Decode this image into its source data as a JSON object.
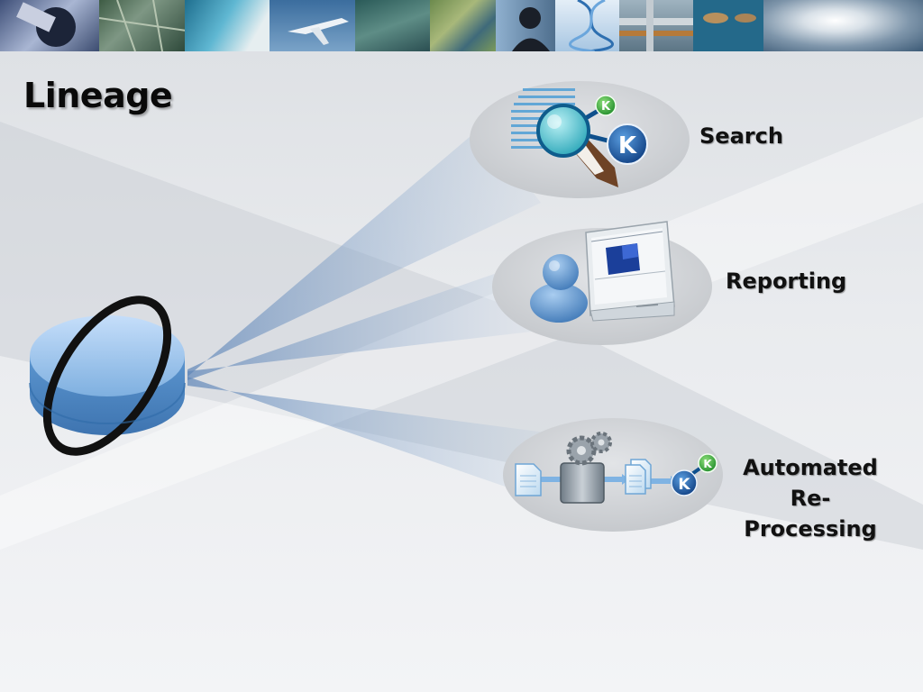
{
  "slide": {
    "title": "Lineage"
  },
  "banner": {
    "tiles": [
      {
        "icon": "satellite-image",
        "color": "#6b7fa8"
      },
      {
        "icon": "city-aerial-image",
        "color": "#4e6a55"
      },
      {
        "icon": "coastline-image",
        "color": "#2f8fb0"
      },
      {
        "icon": "jet-aircraft-image",
        "color": "#4c79a6"
      },
      {
        "icon": "credit-card-image",
        "color": "#3f6b6a"
      },
      {
        "icon": "terrain-map-image",
        "color": "#5d7b4a"
      },
      {
        "icon": "silhouette-person-image",
        "color": "#6a86a2"
      },
      {
        "icon": "dna-helix-image",
        "color": "#b8d3ea"
      },
      {
        "icon": "industrial-pipes-image",
        "color": "#6d8697"
      },
      {
        "icon": "ocean-islands-image",
        "color": "#2b6f8e"
      },
      {
        "icon": "hurricane-image",
        "color": "#8da2b6"
      }
    ]
  },
  "nodes": {
    "search": {
      "label": "Search"
    },
    "reporting": {
      "label": "Reporting"
    },
    "automated": {
      "line1": "Automated",
      "line2": "Re-Processing"
    }
  },
  "colors": {
    "beam": "#6f92bf",
    "disc_top": "#9cc3ea",
    "disc_side": "#4a86c4",
    "bubble": "#d4d6da",
    "k_badge_blue": "#1e5ea8",
    "k_badge_green": "#3cb043"
  }
}
